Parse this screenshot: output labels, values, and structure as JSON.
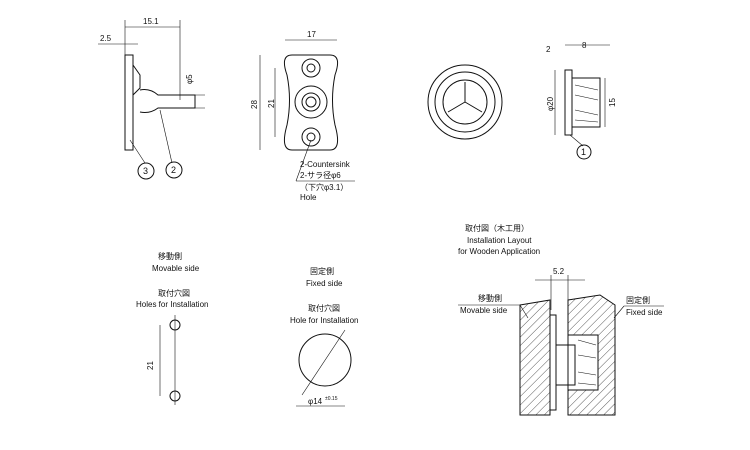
{
  "side_view": {
    "dim_top": "15.1",
    "dim_left": "2.5",
    "dim_dia": "φ5",
    "callout_3": "3",
    "callout_2": "2"
  },
  "front_view": {
    "dim_width": "17",
    "dim_height": "28",
    "dim_pitch": "21",
    "note_1": "2-Countersink",
    "note_2": "2-サラ径φ6",
    "note_3": "（下穴φ3.1）",
    "note_4": "Hole"
  },
  "receiver_view": {
    "dim_flange": "2",
    "dim_length": "8",
    "dim_dia": "φ20",
    "dim_height": "15",
    "callout_1": "1"
  },
  "movable_holes": {
    "title_jp": "移動側",
    "title_en": "Movable side",
    "sub_jp": "取付穴図",
    "sub_en": "Holes for Installation",
    "dim_pitch": "21"
  },
  "fixed_hole": {
    "title_jp": "固定側",
    "title_en": "Fixed side",
    "sub_jp": "取付穴図",
    "sub_en": "Hole for Installation",
    "dim_dia": "φ14",
    "tolerance": "±0.15"
  },
  "installation": {
    "title_jp": "取付図（木工用）",
    "title_en1": "Installation Layout",
    "title_en2": "for Wooden Application",
    "dim_gap": "5.2",
    "movable_jp": "移動側",
    "movable_en": "Movable side",
    "fixed_jp": "固定側",
    "fixed_en": "Fixed side"
  },
  "colors": {
    "line": "#111111",
    "background": "#ffffff"
  }
}
